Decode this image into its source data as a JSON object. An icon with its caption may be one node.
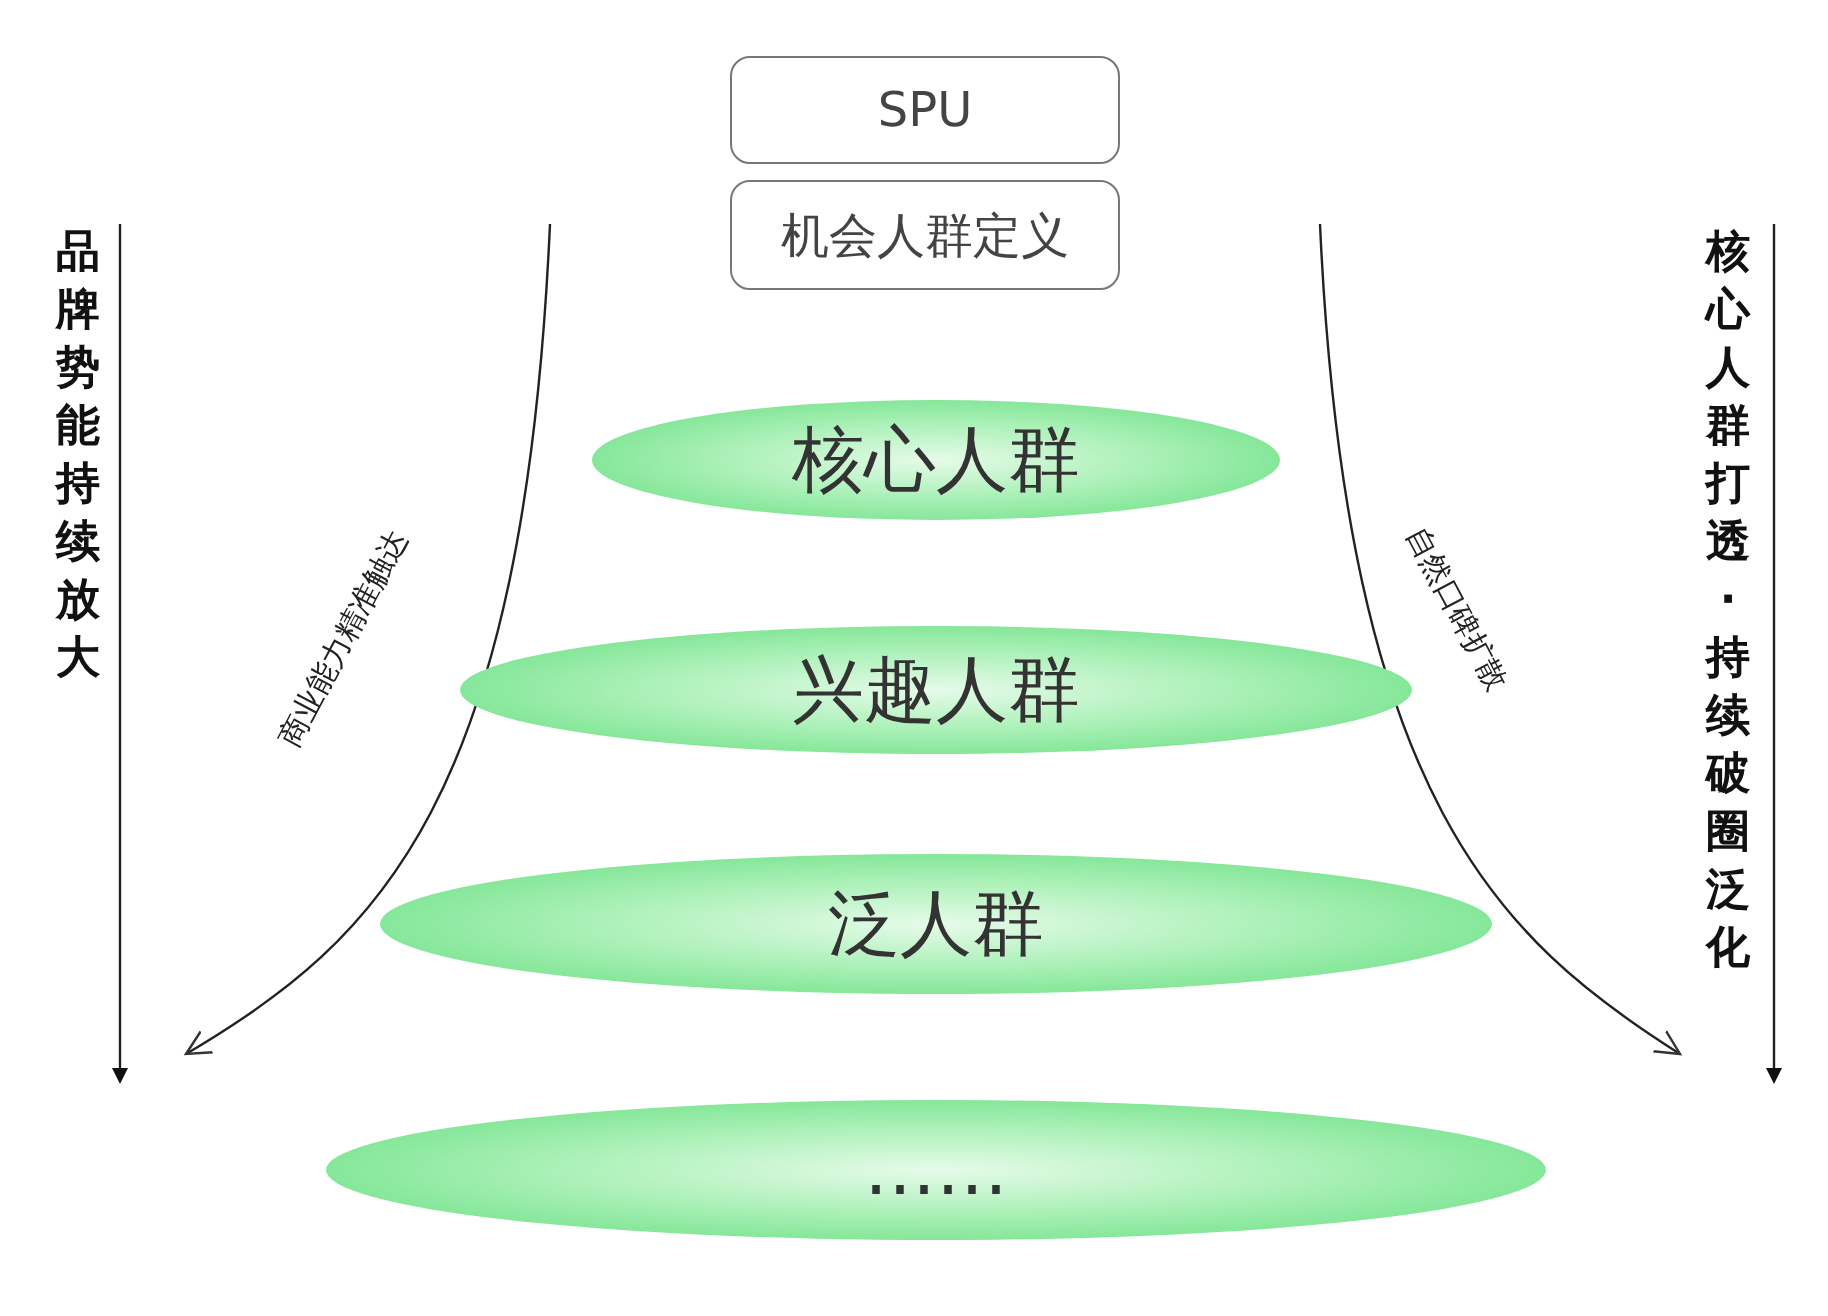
{
  "diagram": {
    "nodes": [
      {
        "text": [
          "SPU"
        ]
      },
      {
        "text": [
          "机会人群定义"
        ]
      },
      {
        "text": [
          "核心人群"
        ]
      },
      {
        "text": [
          "兴趣人群"
        ]
      },
      {
        "text": [
          "泛人群"
        ]
      },
      {
        "text": [
          "……"
        ]
      }
    ],
    "labels": [
      "品牌势能持续放大",
      "商业能力精准触达",
      "自然口碑扩散",
      "核心人群打透·持续破圈泛化"
    ]
  }
}
